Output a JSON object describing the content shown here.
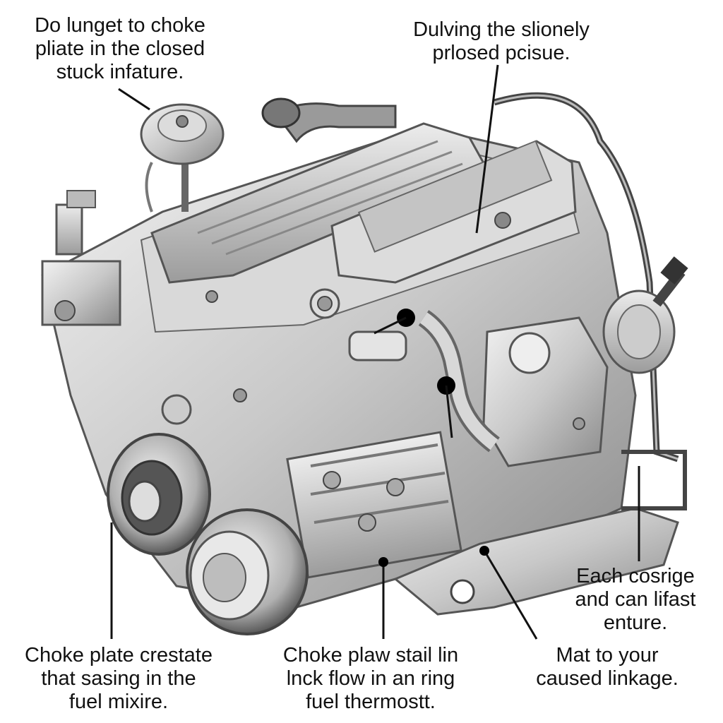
{
  "annotations": {
    "top_left": {
      "lines": [
        "Do lunget to choke",
        "pliate in the closed",
        "stuck infature."
      ]
    },
    "top_right": {
      "lines": [
        "Dulving the slionely",
        "prlosed pcisue."
      ]
    },
    "bottom_right": {
      "lines": [
        "Each cosrige",
        "and can lifast",
        "enture."
      ]
    },
    "bottom_left": {
      "lines": [
        "Choke plate crestate",
        "that sasing in the",
        "fuel mixire."
      ]
    },
    "bottom_center": {
      "lines": [
        "Choke plaw stail lin",
        "lnck flow in an ring",
        "fuel thermostt."
      ]
    },
    "bottom_mid_right": {
      "lines": [
        "Mat to your",
        "caused linkage."
      ]
    }
  },
  "colors": {
    "metal_light": "#e6e6e6",
    "metal_mid": "#b9b9b9",
    "metal_dark": "#6d6d6d",
    "line": "#111111"
  }
}
